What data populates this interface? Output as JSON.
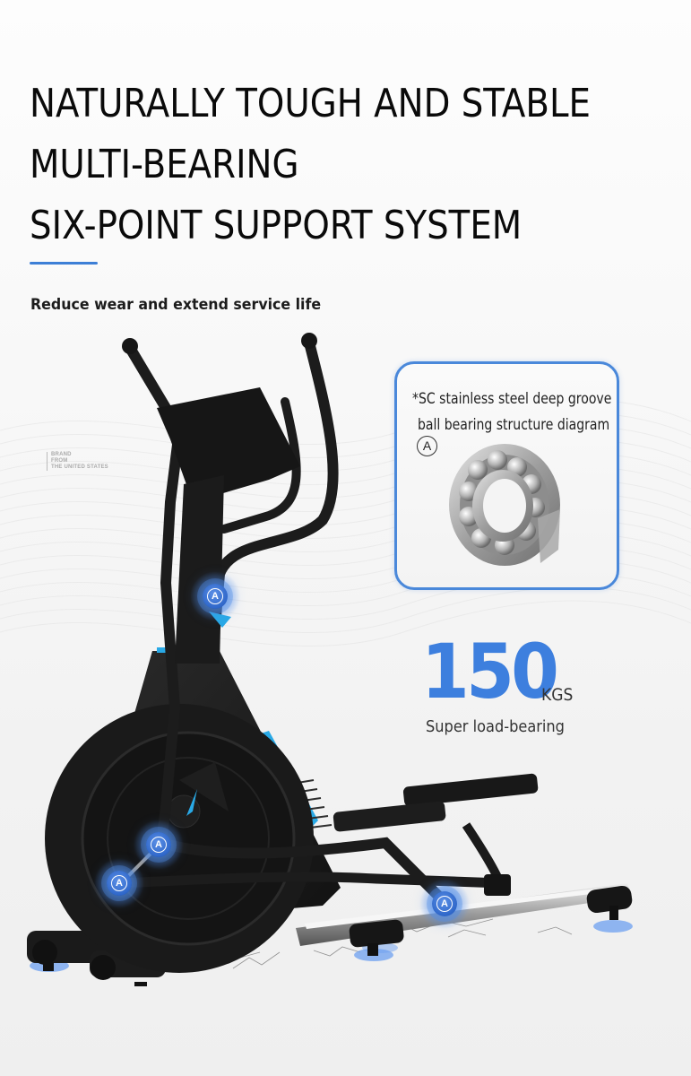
{
  "heading": {
    "lines": [
      "NATURALLY TOUGH AND STABLE",
      "MULTI-BEARING",
      "SIX-POINT SUPPORT SYSTEM"
    ]
  },
  "subtitle": "Reduce wear and extend service life",
  "brand_mark": [
    "BRAND",
    "FROM",
    "THE UNITED STATES"
  ],
  "callout": {
    "line1": "*SC stainless steel deep groove",
    "line2": "ball bearing structure diagram",
    "marker": "A"
  },
  "stat": {
    "value": "150",
    "unit": "KGS",
    "label": "Super load-bearing"
  },
  "bearing_markers": [
    {
      "label": "A",
      "location": "handlebar-pivot"
    },
    {
      "label": "A",
      "location": "flywheel-crank-upper"
    },
    {
      "label": "A",
      "location": "flywheel-crank-lower"
    },
    {
      "label": "A",
      "location": "rail-roller"
    }
  ],
  "colors": {
    "accent_blue": "#3d7fde",
    "callout_border": "#4a88da",
    "machine_body": "#1b1b1b",
    "machine_trim": "#29a9e6"
  }
}
